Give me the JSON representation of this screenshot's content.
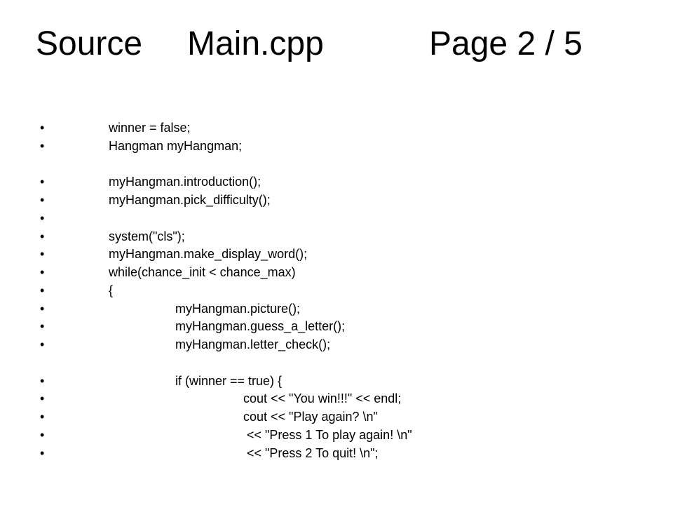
{
  "title": {
    "part1": "Source",
    "part2": "Main.cpp",
    "part3": "Page 2 / 5"
  },
  "bullet_glyph": "•",
  "lines": [
    "winner = false;",
    "Hangman myHangman;",
    "myHangman.introduction();",
    "myHangman.pick_difficulty();",
    "",
    "system(\"cls\");",
    "myHangman.make_display_word();",
    "while(chance_init < chance_max)",
    "{",
    "myHangman.picture();",
    "myHangman.guess_a_letter();",
    "myHangman.letter_check();",
    "if (winner == true) {",
    "cout << \"You win!!!\" << endl;",
    "cout << \"Play again? \\n\"",
    " << \"Press 1 To play again! \\n\"",
    " << \"Press 2 To quit! \\n\";"
  ]
}
